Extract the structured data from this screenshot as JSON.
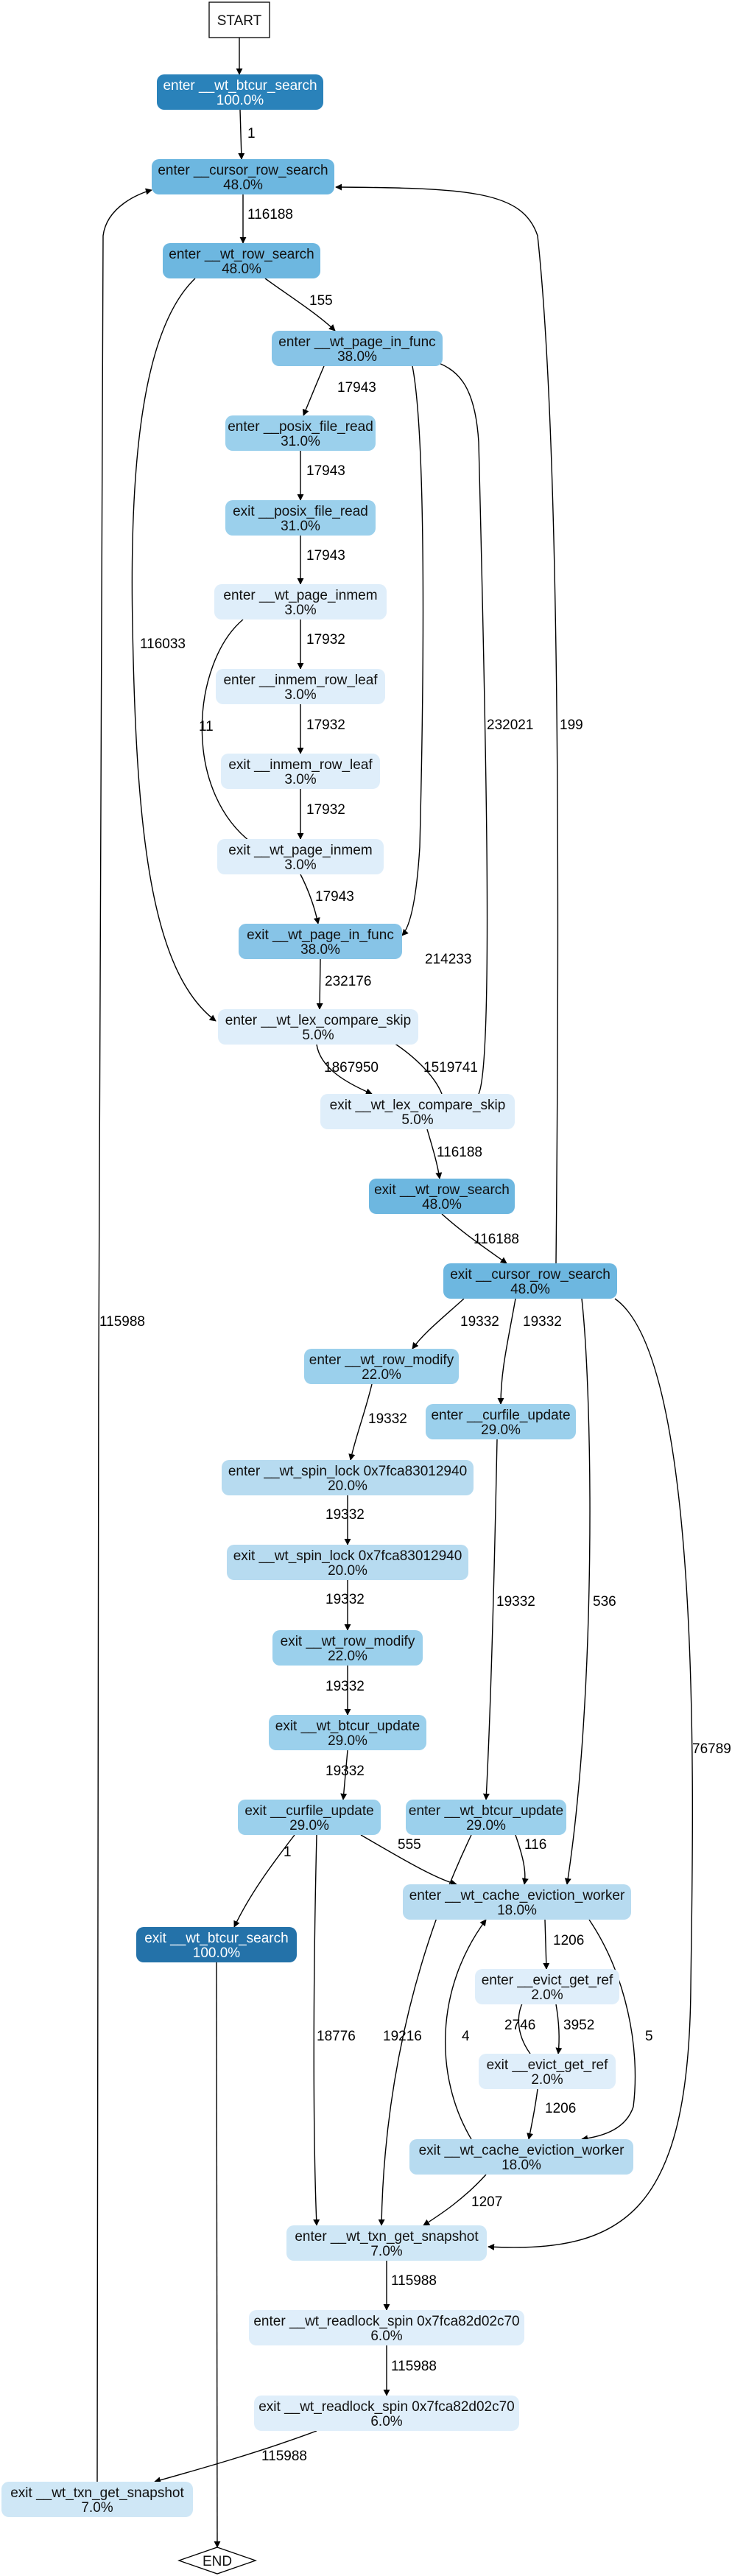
{
  "colors": {
    "darkest": "#2472a9",
    "dark": "#2a82ba",
    "blue4": "#6db7e0",
    "blue3": "#87c4e7",
    "blue2": "#9bd0ec",
    "blue1": "#b7dbf0",
    "pale": "#cfe7f6",
    "palest": "#dfeefa",
    "edge": "#000000",
    "text_dark": "#ffffff",
    "text_light": "#111111"
  },
  "nodes": [
    {
      "id": "start",
      "label": "START",
      "pct": "",
      "shape": "box"
    },
    {
      "id": "n1",
      "label": "enter __wt_btcur_search",
      "pct": "100.0%",
      "shape": "round",
      "color": "dark"
    },
    {
      "id": "n2",
      "label": "enter __cursor_row_search",
      "pct": "48.0%",
      "shape": "round",
      "color": "blue4"
    },
    {
      "id": "n3",
      "label": "enter __wt_row_search",
      "pct": "48.0%",
      "shape": "round",
      "color": "blue4"
    },
    {
      "id": "n4",
      "label": "enter __wt_page_in_func",
      "pct": "38.0%",
      "shape": "round",
      "color": "blue3"
    },
    {
      "id": "n5",
      "label": "enter __posix_file_read",
      "pct": "31.0%",
      "shape": "round",
      "color": "blue2"
    },
    {
      "id": "n6",
      "label": "exit __posix_file_read",
      "pct": "31.0%",
      "shape": "round",
      "color": "blue2"
    },
    {
      "id": "n7",
      "label": "enter __wt_page_inmem",
      "pct": "3.0%",
      "shape": "round",
      "color": "palest"
    },
    {
      "id": "n8",
      "label": "enter __inmem_row_leaf",
      "pct": "3.0%",
      "shape": "round",
      "color": "palest"
    },
    {
      "id": "n9",
      "label": "exit __inmem_row_leaf",
      "pct": "3.0%",
      "shape": "round",
      "color": "palest"
    },
    {
      "id": "n10",
      "label": "exit __wt_page_inmem",
      "pct": "3.0%",
      "shape": "round",
      "color": "palest"
    },
    {
      "id": "n11",
      "label": "exit __wt_page_in_func",
      "pct": "38.0%",
      "shape": "round",
      "color": "blue3"
    },
    {
      "id": "n12",
      "label": "enter __wt_lex_compare_skip",
      "pct": "5.0%",
      "shape": "round",
      "color": "palest"
    },
    {
      "id": "n13",
      "label": "exit __wt_lex_compare_skip",
      "pct": "5.0%",
      "shape": "round",
      "color": "palest"
    },
    {
      "id": "n14",
      "label": "exit __wt_row_search",
      "pct": "48.0%",
      "shape": "round",
      "color": "blue4"
    },
    {
      "id": "n15",
      "label": "exit __cursor_row_search",
      "pct": "48.0%",
      "shape": "round",
      "color": "blue4"
    },
    {
      "id": "n16",
      "label": "enter __wt_row_modify",
      "pct": "22.0%",
      "shape": "round",
      "color": "blue2"
    },
    {
      "id": "n17",
      "label": "enter __curfile_update",
      "pct": "29.0%",
      "shape": "round",
      "color": "blue2"
    },
    {
      "id": "n18",
      "label": "enter __wt_spin_lock 0x7fca83012940",
      "pct": "20.0%",
      "shape": "round",
      "color": "blue1"
    },
    {
      "id": "n19",
      "label": "exit __wt_spin_lock 0x7fca83012940",
      "pct": "20.0%",
      "shape": "round",
      "color": "blue1"
    },
    {
      "id": "n20",
      "label": "exit __wt_row_modify",
      "pct": "22.0%",
      "shape": "round",
      "color": "blue2"
    },
    {
      "id": "n21",
      "label": "exit __wt_btcur_update",
      "pct": "29.0%",
      "shape": "round",
      "color": "blue2"
    },
    {
      "id": "n22",
      "label": "exit __curfile_update",
      "pct": "29.0%",
      "shape": "round",
      "color": "blue2"
    },
    {
      "id": "n23",
      "label": "enter __wt_btcur_update",
      "pct": "29.0%",
      "shape": "round",
      "color": "blue2"
    },
    {
      "id": "n24",
      "label": "enter __wt_cache_eviction_worker",
      "pct": "18.0%",
      "shape": "round",
      "color": "blue1"
    },
    {
      "id": "n25",
      "label": "exit __wt_btcur_search",
      "pct": "100.0%",
      "shape": "round",
      "color": "darkest"
    },
    {
      "id": "n26",
      "label": "enter __evict_get_ref",
      "pct": "2.0%",
      "shape": "round",
      "color": "palest"
    },
    {
      "id": "n27",
      "label": "exit __evict_get_ref",
      "pct": "2.0%",
      "shape": "round",
      "color": "palest"
    },
    {
      "id": "n28",
      "label": "exit __wt_cache_eviction_worker",
      "pct": "18.0%",
      "shape": "round",
      "color": "blue1"
    },
    {
      "id": "n29",
      "label": "enter __wt_txn_get_snapshot",
      "pct": "7.0%",
      "shape": "round",
      "color": "pale"
    },
    {
      "id": "n30",
      "label": "enter __wt_readlock_spin 0x7fca82d02c70",
      "pct": "6.0%",
      "shape": "round",
      "color": "palest"
    },
    {
      "id": "n31",
      "label": "exit __wt_readlock_spin 0x7fca82d02c70",
      "pct": "6.0%",
      "shape": "round",
      "color": "palest"
    },
    {
      "id": "n32",
      "label": "exit __wt_txn_get_snapshot",
      "pct": "7.0%",
      "shape": "round",
      "color": "pale"
    },
    {
      "id": "end",
      "label": "END",
      "pct": "",
      "shape": "diamond"
    }
  ],
  "edges": [
    {
      "from": "start",
      "to": "n1",
      "label": ""
    },
    {
      "from": "n1",
      "to": "n2",
      "label": "1"
    },
    {
      "from": "n2",
      "to": "n3",
      "label": "116188"
    },
    {
      "from": "n3",
      "to": "n4",
      "label": "155"
    },
    {
      "from": "n3",
      "to": "n12",
      "label": "116033"
    },
    {
      "from": "n4",
      "to": "n5",
      "label": "17943"
    },
    {
      "from": "n4",
      "to": "n11",
      "label": "214233"
    },
    {
      "from": "n5",
      "to": "n6",
      "label": "17943"
    },
    {
      "from": "n6",
      "to": "n7",
      "label": "17943"
    },
    {
      "from": "n7",
      "to": "n8",
      "label": "17932"
    },
    {
      "from": "n7",
      "to": "n10",
      "label": "11"
    },
    {
      "from": "n8",
      "to": "n9",
      "label": "17932"
    },
    {
      "from": "n9",
      "to": "n10",
      "label": "17932"
    },
    {
      "from": "n10",
      "to": "n11",
      "label": "17943"
    },
    {
      "from": "n11",
      "to": "n12",
      "label": "232176"
    },
    {
      "from": "n12",
      "to": "n13",
      "label": "1867950"
    },
    {
      "from": "n13",
      "to": "n12",
      "label": "1519741"
    },
    {
      "from": "n13",
      "to": "n4",
      "label": "232021"
    },
    {
      "from": "n13",
      "to": "n14",
      "label": "116188"
    },
    {
      "from": "n14",
      "to": "n15",
      "label": "116188"
    },
    {
      "from": "n15",
      "to": "n2",
      "label": "199"
    },
    {
      "from": "n15",
      "to": "n16",
      "label": "19332"
    },
    {
      "from": "n15",
      "to": "n17",
      "label": "19332"
    },
    {
      "from": "n15",
      "to": "n24",
      "label": "536"
    },
    {
      "from": "n15",
      "to": "n29",
      "label": "76789"
    },
    {
      "from": "n16",
      "to": "n18",
      "label": "19332"
    },
    {
      "from": "n17",
      "to": "n23",
      "label": "19332"
    },
    {
      "from": "n18",
      "to": "n19",
      "label": "19332"
    },
    {
      "from": "n19",
      "to": "n20",
      "label": "19332"
    },
    {
      "from": "n20",
      "to": "n21",
      "label": "19332"
    },
    {
      "from": "n21",
      "to": "n22",
      "label": "19332"
    },
    {
      "from": "n22",
      "to": "n25",
      "label": "1"
    },
    {
      "from": "n22",
      "to": "n24",
      "label": "555"
    },
    {
      "from": "n22",
      "to": "n29",
      "label": "18776"
    },
    {
      "from": "n23",
      "to": "n24",
      "label": "116"
    },
    {
      "from": "n23",
      "to": "n29",
      "label": "19216"
    },
    {
      "from": "n24",
      "to": "n26",
      "label": "1206"
    },
    {
      "from": "n24",
      "to": "n28",
      "label": "5"
    },
    {
      "from": "n26",
      "to": "n27",
      "label": "3952"
    },
    {
      "from": "n27",
      "to": "n26",
      "label": "2746"
    },
    {
      "from": "n27",
      "to": "n28",
      "label": "1206"
    },
    {
      "from": "n28",
      "to": "n24",
      "label": "4"
    },
    {
      "from": "n28",
      "to": "n29",
      "label": "1207"
    },
    {
      "from": "n29",
      "to": "n30",
      "label": "115988"
    },
    {
      "from": "n30",
      "to": "n31",
      "label": "115988"
    },
    {
      "from": "n31",
      "to": "n32",
      "label": "115988"
    },
    {
      "from": "n32",
      "to": "n2",
      "label": "115988"
    },
    {
      "from": "n25",
      "to": "end",
      "label": ""
    }
  ]
}
